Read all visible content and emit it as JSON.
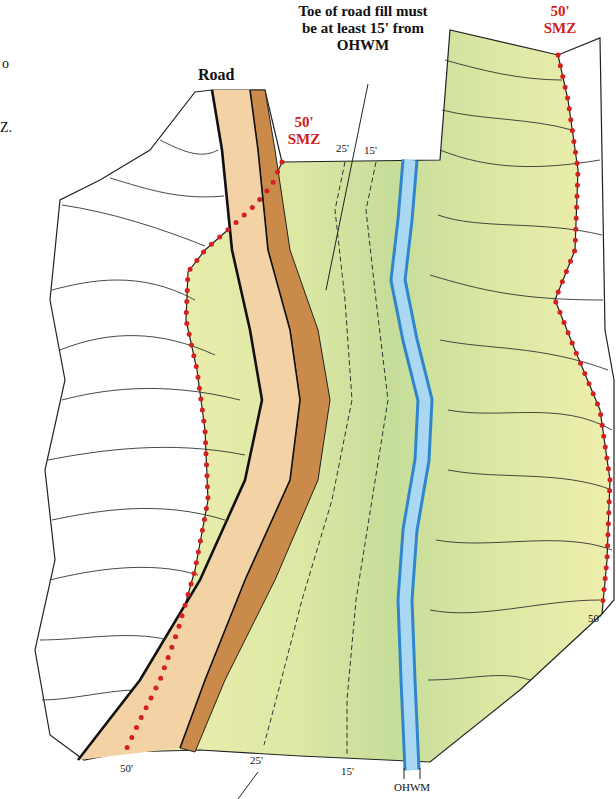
{
  "diagram": {
    "labels": [
      "o",
      "Z.",
      "Road",
      "50' SMZ",
      "Toe of road fill must be at least 15' from OHWM",
      "50' SMZ",
      "25'",
      "15'",
      "50'",
      "25'",
      "15'",
      "OHWM",
      "50'"
    ]
  }
}
